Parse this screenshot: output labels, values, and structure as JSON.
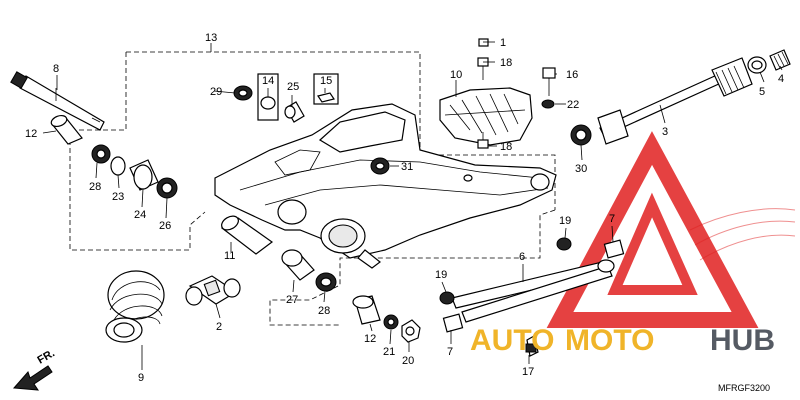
{
  "diagram_code": "MFRGF3200",
  "front_marker": "FR.",
  "watermark": {
    "auto": "AUTO",
    "moto": "MOTO",
    "hub": "HUB",
    "colors": {
      "triangle": "#e02020",
      "auto_moto": "#f0b429",
      "hub": "#555a63"
    }
  },
  "callouts": {
    "c1": "1",
    "c2": "2",
    "c3": "3",
    "c4": "4",
    "c5": "5",
    "c6": "6",
    "c7a": "7",
    "c7b": "7",
    "c8": "8",
    "c9": "9",
    "c10": "10",
    "c11": "11",
    "c12a": "12",
    "c12b": "12",
    "c13": "13",
    "c14": "14",
    "c15": "15",
    "c16": "16",
    "c17": "17",
    "c18a": "18",
    "c18b": "18",
    "c19a": "19",
    "c19b": "19",
    "c20": "20",
    "c21": "21",
    "c22": "22",
    "c23": "23",
    "c24": "24",
    "c25": "25",
    "c26": "26",
    "c27": "27",
    "c28a": "28",
    "c28b": "28",
    "c29": "29",
    "c30": "30",
    "c31": "31"
  }
}
